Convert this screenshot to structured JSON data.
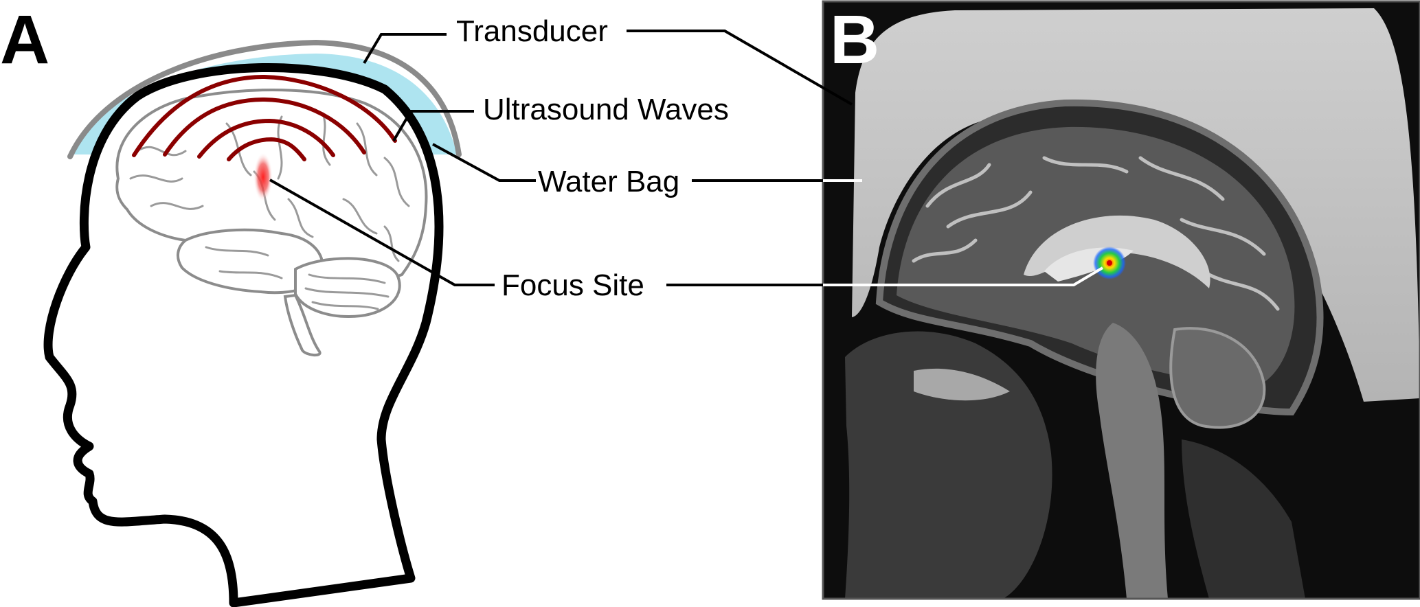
{
  "panels": {
    "a": {
      "letter": "A"
    },
    "b": {
      "letter": "B"
    }
  },
  "labels": {
    "transducer": "Transducer",
    "ultrasound_waves": "Ultrasound Waves",
    "water_bag": "Water Bag",
    "focus_site": "Focus Site"
  },
  "colors": {
    "water_bag": "#aee4f0",
    "transducer": "#8a8a8a",
    "waves": "#8b0000",
    "focus": "#e03030",
    "leader": "#000000",
    "mri_leader": "#ffffff"
  }
}
